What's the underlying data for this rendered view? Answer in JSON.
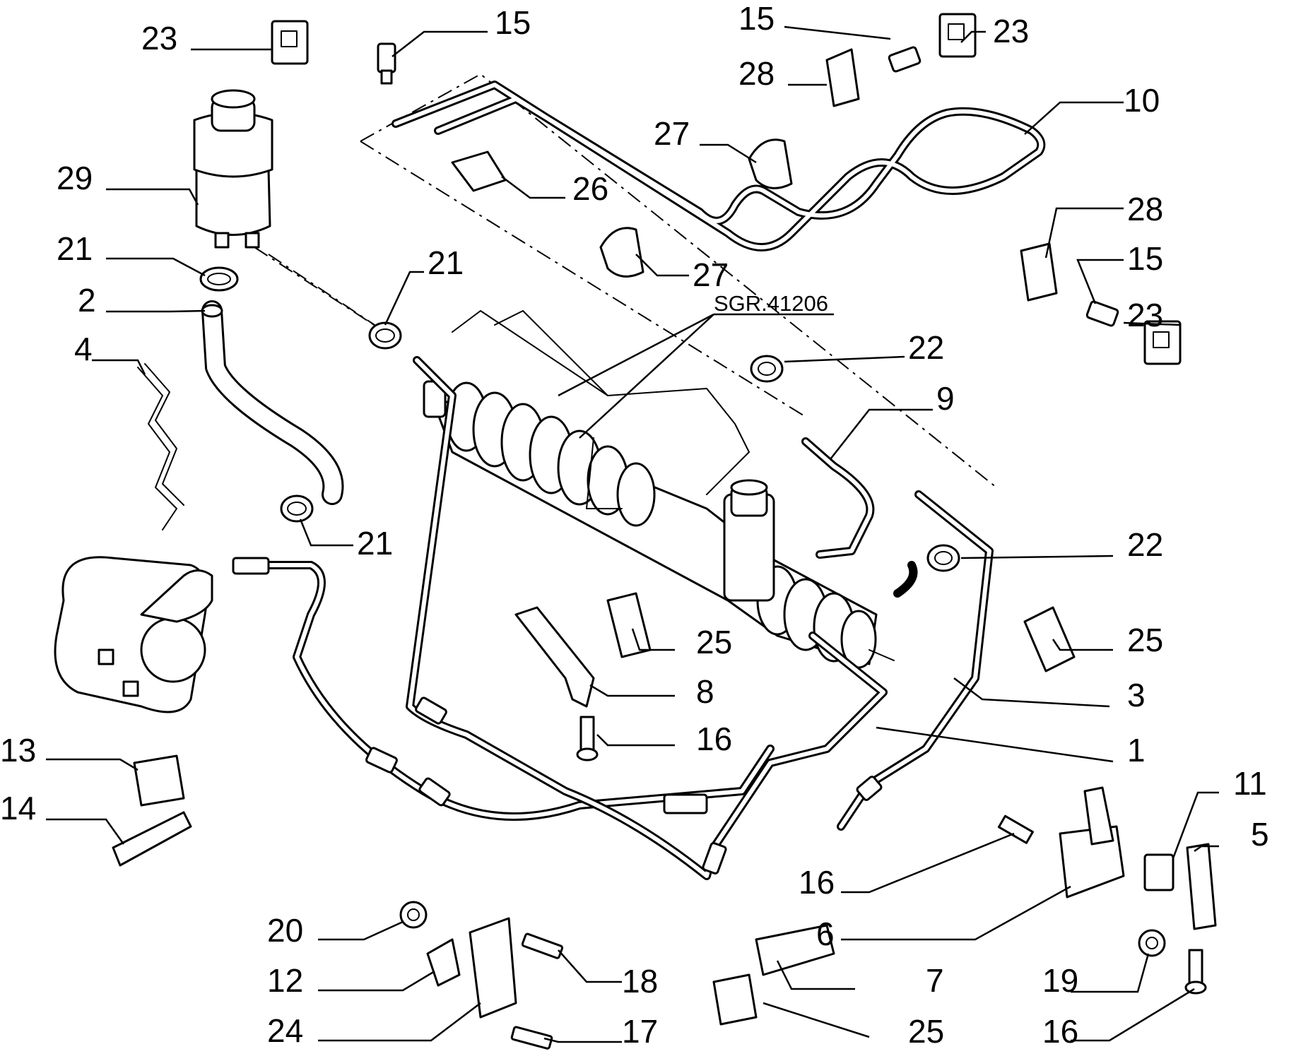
{
  "diagram": {
    "reference_code": "SGR.41206",
    "callouts": [
      "23",
      "15",
      "15",
      "23",
      "28",
      "10",
      "29",
      "27",
      "26",
      "27",
      "21",
      "28",
      "15",
      "23",
      "2",
      "21",
      "22",
      "4",
      "9",
      "21",
      "22",
      "25",
      "8",
      "25",
      "3",
      "16",
      "1",
      "13",
      "11",
      "14",
      "5",
      "16",
      "20",
      "6",
      "12",
      "18",
      "7",
      "19",
      "24",
      "17",
      "25",
      "16"
    ]
  }
}
